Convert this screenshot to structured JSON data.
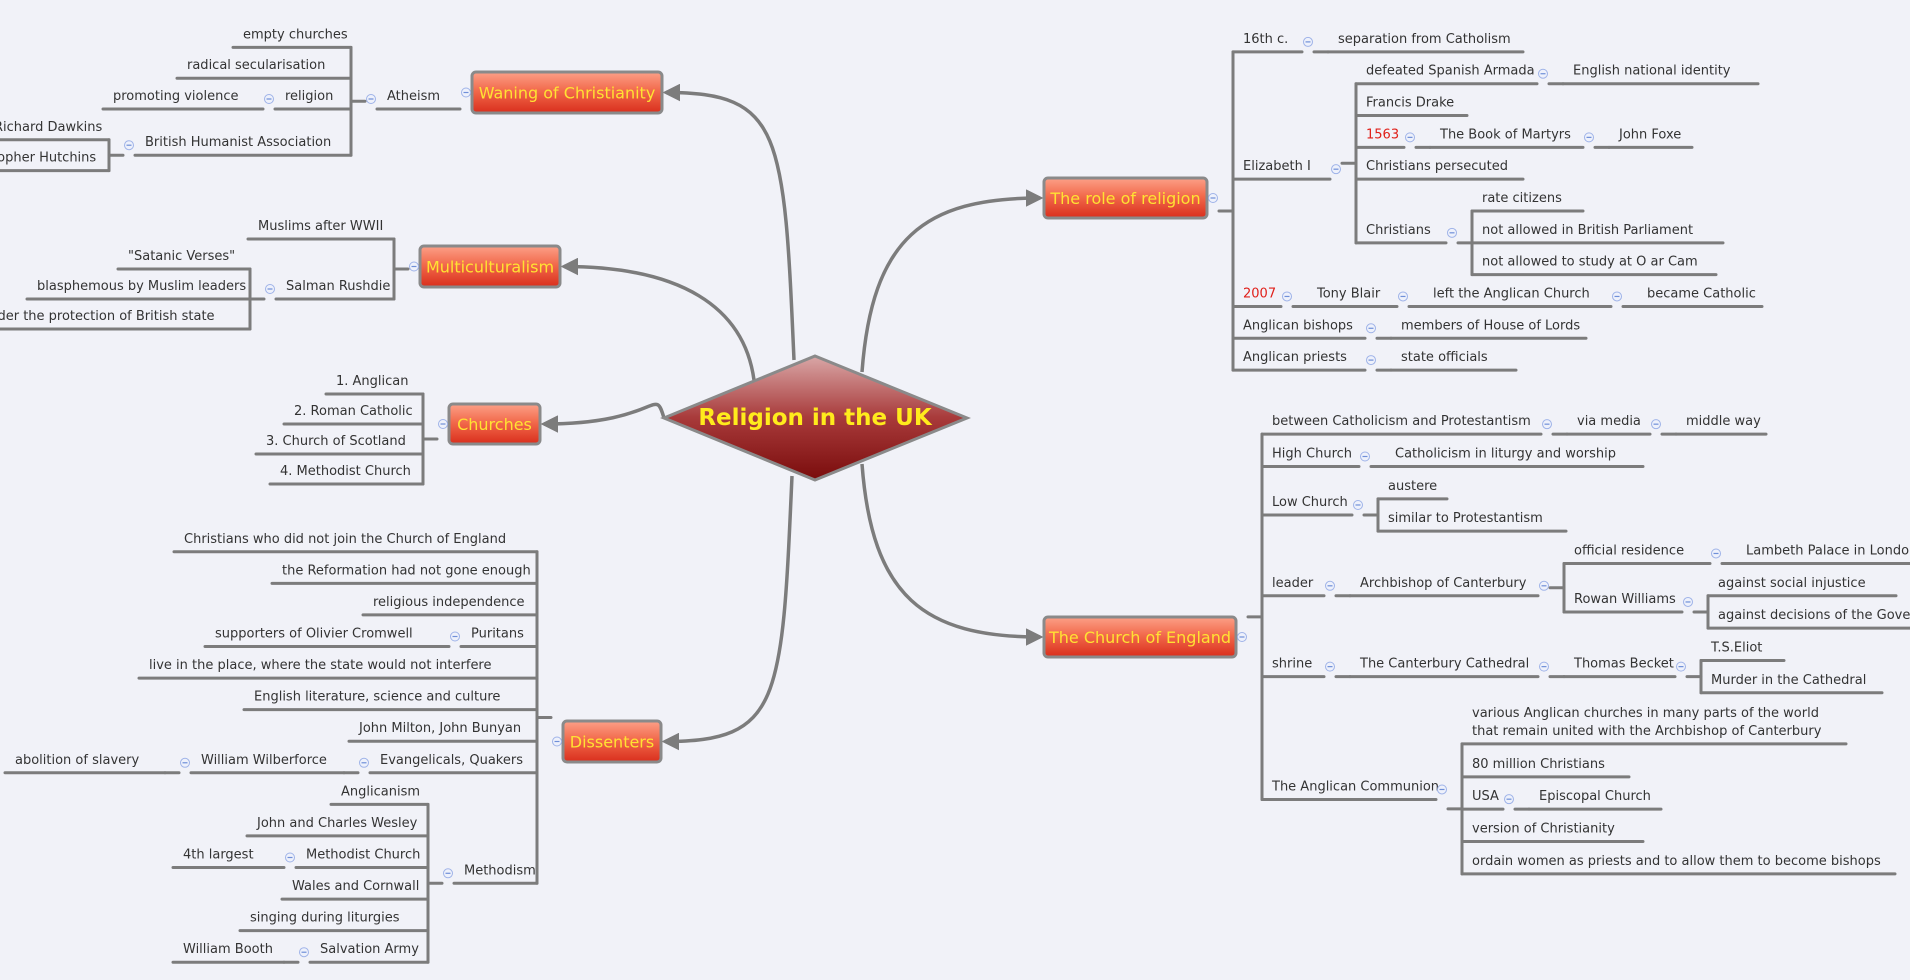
{
  "center": {
    "title": "Religion in the UK"
  },
  "colors": {
    "line": "#7c7c7c",
    "text": "#333333",
    "year": "#e0201a",
    "branch_text": "#ffe233",
    "center_text": "#ffeb1c"
  },
  "branches": [
    {
      "label": "Waning of Christianity",
      "children": [
        {
          "label": "Atheism",
          "children": [
            {
              "label": "empty churches"
            },
            {
              "label": "radical secularisation"
            },
            {
              "label": "religion",
              "children": [
                {
                  "label": "promoting violence"
                }
              ]
            },
            {
              "label": "British Humanist Association",
              "children": [
                {
                  "label": "Richard Dawkins"
                },
                {
                  "label": "Christopher Hutchins"
                }
              ]
            }
          ]
        }
      ]
    },
    {
      "label": "Multiculturalism",
      "children": [
        {
          "label": "Muslims after WWII"
        },
        {
          "label": "Salman Rushdie",
          "children": [
            {
              "label": "\"Satanic Verses\""
            },
            {
              "label": "blasphemous by Muslim leaders"
            },
            {
              "label": "under the protection of British state"
            }
          ]
        }
      ]
    },
    {
      "label": "Churches",
      "children": [
        {
          "label": "1. Anglican"
        },
        {
          "label": "2. Roman Catholic"
        },
        {
          "label": "3. Church of Scotland"
        },
        {
          "label": "4. Methodist Church"
        }
      ]
    },
    {
      "label": "Dissenters",
      "children": [
        {
          "label": "Christians who did not join the Church of England"
        },
        {
          "label": "the Reformation had not gone enough"
        },
        {
          "label": "religious independence"
        },
        {
          "label": "Puritans",
          "children": [
            {
              "label": "supporters of Olivier Cromwell"
            }
          ]
        },
        {
          "label": "live in the place, where the state would not interfere"
        },
        {
          "label": "English literature, science and culture"
        },
        {
          "label": "John Milton, John Bunyan"
        },
        {
          "label": "Evangelicals, Quakers",
          "children": [
            {
              "label": "William Wilberforce",
              "children": [
                {
                  "label": "abolition of slavery"
                }
              ]
            }
          ]
        },
        {
          "label": "Methodism",
          "children": [
            {
              "label": "Anglicanism"
            },
            {
              "label": "John and Charles Wesley"
            },
            {
              "label": "Methodist Church",
              "children": [
                {
                  "label": "4th largest"
                }
              ]
            },
            {
              "label": "Wales and Cornwall"
            },
            {
              "label": "singing during liturgies"
            },
            {
              "label": "Salvation Army",
              "children": [
                {
                  "label": "William Booth"
                }
              ]
            }
          ]
        }
      ]
    },
    {
      "label": "The role of religion",
      "children": [
        {
          "label": "16th c.",
          "children": [
            {
              "label": "separation from Catholism"
            }
          ]
        },
        {
          "label": "Elizabeth I",
          "children": [
            {
              "label": "defeated Spanish Armada",
              "children": [
                {
                  "label": "English national identity"
                }
              ]
            },
            {
              "label": "Francis Drake"
            },
            {
              "label": "1563",
              "year": true,
              "children": [
                {
                  "label": "The Book of Martyrs",
                  "children": [
                    {
                      "label": "John Foxe"
                    }
                  ]
                }
              ]
            },
            {
              "label": "Christians persecuted"
            },
            {
              "label": "Christians",
              "children": [
                {
                  "label": "rate citizens"
                },
                {
                  "label": "not allowed in British Parliament"
                },
                {
                  "label": "not allowed to study at O ar Cam"
                }
              ]
            }
          ]
        },
        {
          "label": "2007",
          "year": true,
          "children": [
            {
              "label": "Tony Blair",
              "children": [
                {
                  "label": "left the Anglican Church",
                  "children": [
                    {
                      "label": "became Catholic"
                    }
                  ]
                }
              ]
            }
          ]
        },
        {
          "label": "Anglican bishops",
          "children": [
            {
              "label": "members of House of Lords"
            }
          ]
        },
        {
          "label": "Anglican priests",
          "children": [
            {
              "label": "state officials"
            }
          ]
        }
      ]
    },
    {
      "label": "The Church of England",
      "children": [
        {
          "label": "between Catholicism and Protestantism",
          "children": [
            {
              "label": "via media",
              "children": [
                {
                  "label": "middle way"
                }
              ]
            }
          ]
        },
        {
          "label": "High Church",
          "children": [
            {
              "label": "Catholicism in liturgy and worship"
            }
          ]
        },
        {
          "label": "Low Church",
          "children": [
            {
              "label": "austere"
            },
            {
              "label": "similar to Protestantism"
            }
          ]
        },
        {
          "label": "leader",
          "children": [
            {
              "label": "Archbishop of Canterbury",
              "children": [
                {
                  "label": "official residence",
                  "children": [
                    {
                      "label": "Lambeth Palace in London"
                    }
                  ]
                },
                {
                  "label": "Rowan Williams",
                  "children": [
                    {
                      "label": "against social injustice"
                    },
                    {
                      "label": "against decisions of the Government"
                    }
                  ]
                }
              ]
            }
          ]
        },
        {
          "label": "shrine",
          "children": [
            {
              "label": "The Canterbury Cathedral",
              "children": [
                {
                  "label": "Thomas Becket",
                  "children": [
                    {
                      "label": "T.S.Eliot"
                    },
                    {
                      "label": "Murder in the Cathedral"
                    }
                  ]
                }
              ]
            }
          ]
        },
        {
          "label": "The Anglican Communion",
          "children": [
            {
              "label": "various Anglican churches in many parts of the world\nthat remain united with the Archbishop of Canterbury"
            },
            {
              "label": "80 million Christians"
            },
            {
              "label": "USA",
              "children": [
                {
                  "label": "Episcopal Church"
                }
              ]
            },
            {
              "label": "version of Christianity"
            },
            {
              "label": "ordain women as priests and to allow them to become bishops"
            }
          ]
        }
      ]
    }
  ]
}
